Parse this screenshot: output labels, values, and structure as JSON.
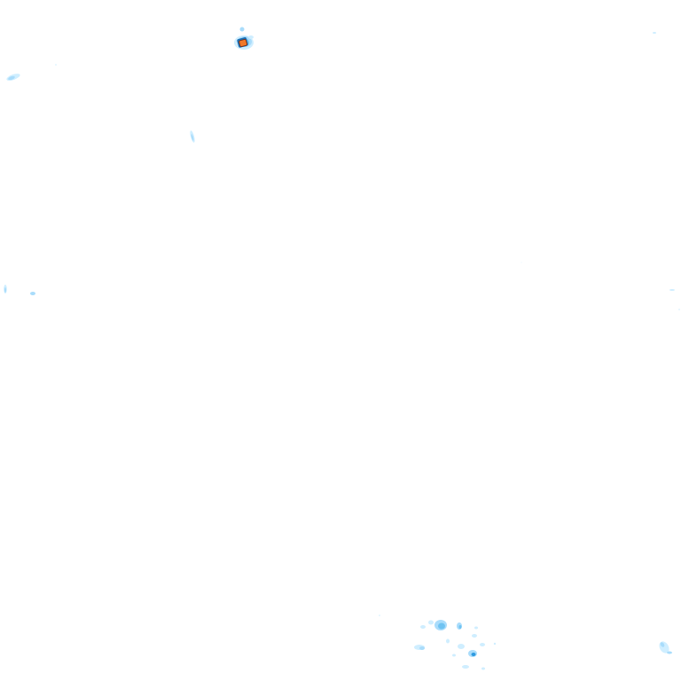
{
  "map": {
    "kind": "weather-radar-overlay",
    "background": "#ffffff",
    "intensity_colors": {
      "very_light": "#cfeeff",
      "light": "#a9dcfb",
      "moderate": "#6fc3f2",
      "medium": "#2f9be0",
      "heavy": "#1a6fb5",
      "intense_core": "#f07828",
      "intense_edge": "#7a2a10"
    },
    "precipitation_cells": [
      {
        "id": "cell-1",
        "area": "north",
        "intensity_levels": [
          "very_light",
          "light",
          "moderate",
          "heavy",
          "intense_core"
        ]
      },
      {
        "id": "cell-2",
        "area": "northwest",
        "intensity_levels": [
          "very_light",
          "light"
        ]
      },
      {
        "id": "cell-3",
        "area": "north-central",
        "intensity_levels": [
          "very_light",
          "light"
        ]
      },
      {
        "id": "cell-4",
        "area": "west",
        "intensity_levels": [
          "very_light",
          "light"
        ]
      },
      {
        "id": "cell-5",
        "area": "south",
        "intensity_levels": [
          "very_light",
          "light",
          "moderate",
          "medium"
        ]
      },
      {
        "id": "cell-6",
        "area": "southeast",
        "intensity_levels": [
          "very_light",
          "light"
        ]
      },
      {
        "id": "cell-7",
        "area": "east",
        "intensity_levels": [
          "very_light"
        ]
      }
    ]
  }
}
